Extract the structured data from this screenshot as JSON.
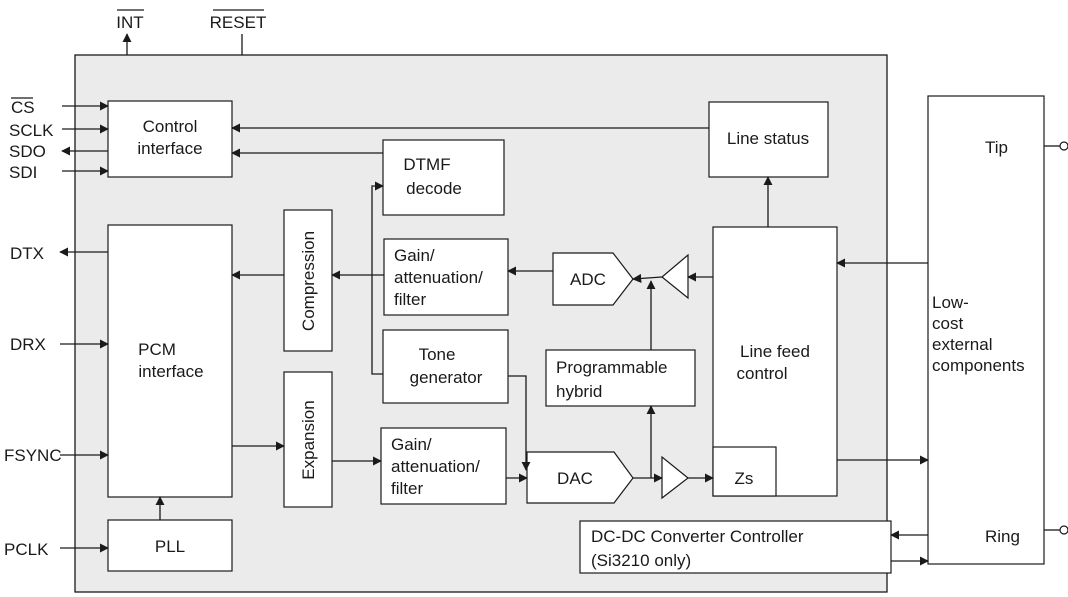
{
  "pins": {
    "int": "INT",
    "reset": "RESET",
    "cs": "CS",
    "sclk": "SCLK",
    "sdo": "SDO",
    "sdi": "SDI",
    "dtx": "DTX",
    "drx": "DRX",
    "fsync": "FSYNC",
    "pclk": "PCLK"
  },
  "blocks": {
    "control_interface": [
      "Control",
      "interface"
    ],
    "line_status": "Line status",
    "dtmf_decode": [
      "DTMF",
      "decode"
    ],
    "compression": "Compression",
    "expansion": "Expansion",
    "pcm_interface": [
      "PCM",
      "interface"
    ],
    "gain_top": [
      "Gain/",
      "attenuation/",
      "filter"
    ],
    "gain_bottom": [
      "Gain/",
      "attenuation/",
      "filter"
    ],
    "adc": "ADC",
    "dac": "DAC",
    "tone_generator": [
      "Tone",
      "generator"
    ],
    "programmable_hybrid": [
      "Programmable",
      "hybrid"
    ],
    "line_feed_control": [
      "Line feed",
      "control"
    ],
    "zs": "Zs",
    "pll": "PLL",
    "dcdc": [
      "DC-DC Converter Controller",
      "(Si3210 only)"
    ]
  },
  "external": {
    "tip": "Tip",
    "ring": "Ring",
    "components": [
      "Low-",
      "cost",
      "external",
      "components"
    ]
  },
  "colors": {
    "chip_fill": "#ebebeb",
    "line": "#1a1a1a",
    "block_fill": "#ffffff"
  }
}
